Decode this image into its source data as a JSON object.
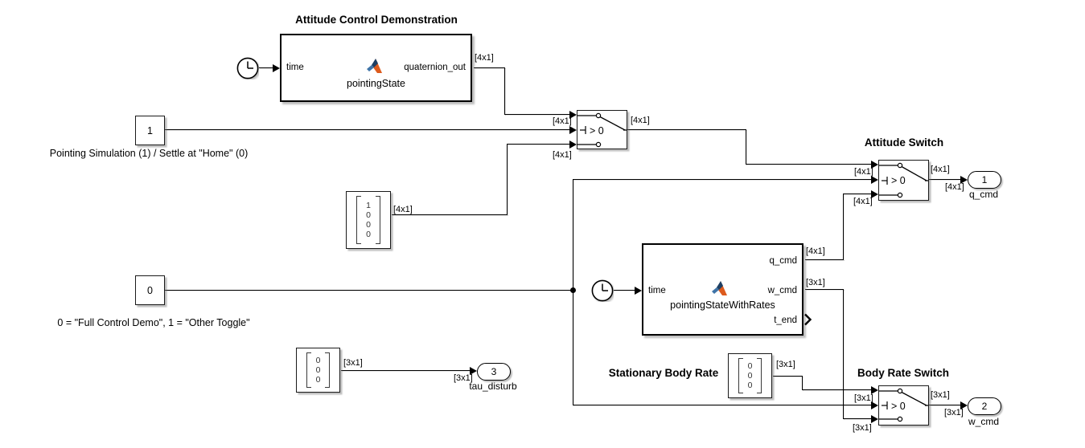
{
  "labels": {
    "demo_title": "Attitude Control Demonstration",
    "attitude_switch_title": "Attitude Switch",
    "body_rate_switch_title": "Body Rate Switch",
    "stationary_title": "Stationary Body Rate",
    "annotation_pointing": "Pointing Simulation (1) / Settle at \"Home\" (0)",
    "annotation_toggle": "0 = \"Full Control Demo\", 1 = \"Other Toggle\""
  },
  "blocks": {
    "pointing_state": {
      "fcn": "pointingState",
      "in": "time",
      "out": "quaternion_out"
    },
    "pointing_state_rates": {
      "fcn": "pointingStateWithRates",
      "in": "time",
      "out_q": "q_cmd",
      "out_w": "w_cmd",
      "out_t": "t_end"
    },
    "const_one": {
      "value": "1"
    },
    "const_zero": {
      "value": "0"
    },
    "vec_quat": {
      "values": [
        "1",
        "0",
        "0",
        "0"
      ]
    },
    "vec_tau": {
      "values": [
        "0",
        "0",
        "0"
      ]
    },
    "vec_rate": {
      "values": [
        "0",
        "0",
        "0"
      ]
    },
    "switch_condition": "> 0"
  },
  "outports": {
    "q_cmd": {
      "num": "1",
      "label": "q_cmd"
    },
    "w_cmd": {
      "num": "2",
      "label": "w_cmd"
    },
    "tau_disturb": {
      "num": "3",
      "label": "tau_disturb"
    }
  },
  "dims": {
    "d4": "[4x1]",
    "d3": "[3x1]"
  },
  "colors": {
    "logo_orange": "#dd5b1d",
    "logo_blue_dark": "#1d3f63",
    "logo_blue": "#3f74a8"
  }
}
